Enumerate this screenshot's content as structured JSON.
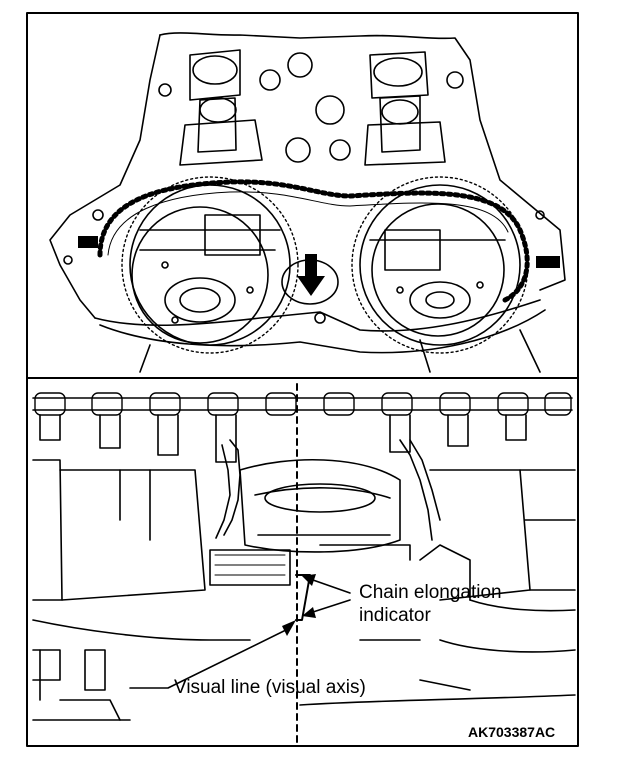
{
  "labels": {
    "chain_indicator_line1": "Chain elongation",
    "chain_indicator_line2": "indicator",
    "visual_line": "Visual line (visual axis)"
  },
  "figure_code": "AK703387AC",
  "colors": {
    "ink": "#000000",
    "paper": "#ffffff"
  },
  "icons": {
    "arrow": "down-arrow-icon",
    "marker": "timing-mark-icon"
  }
}
